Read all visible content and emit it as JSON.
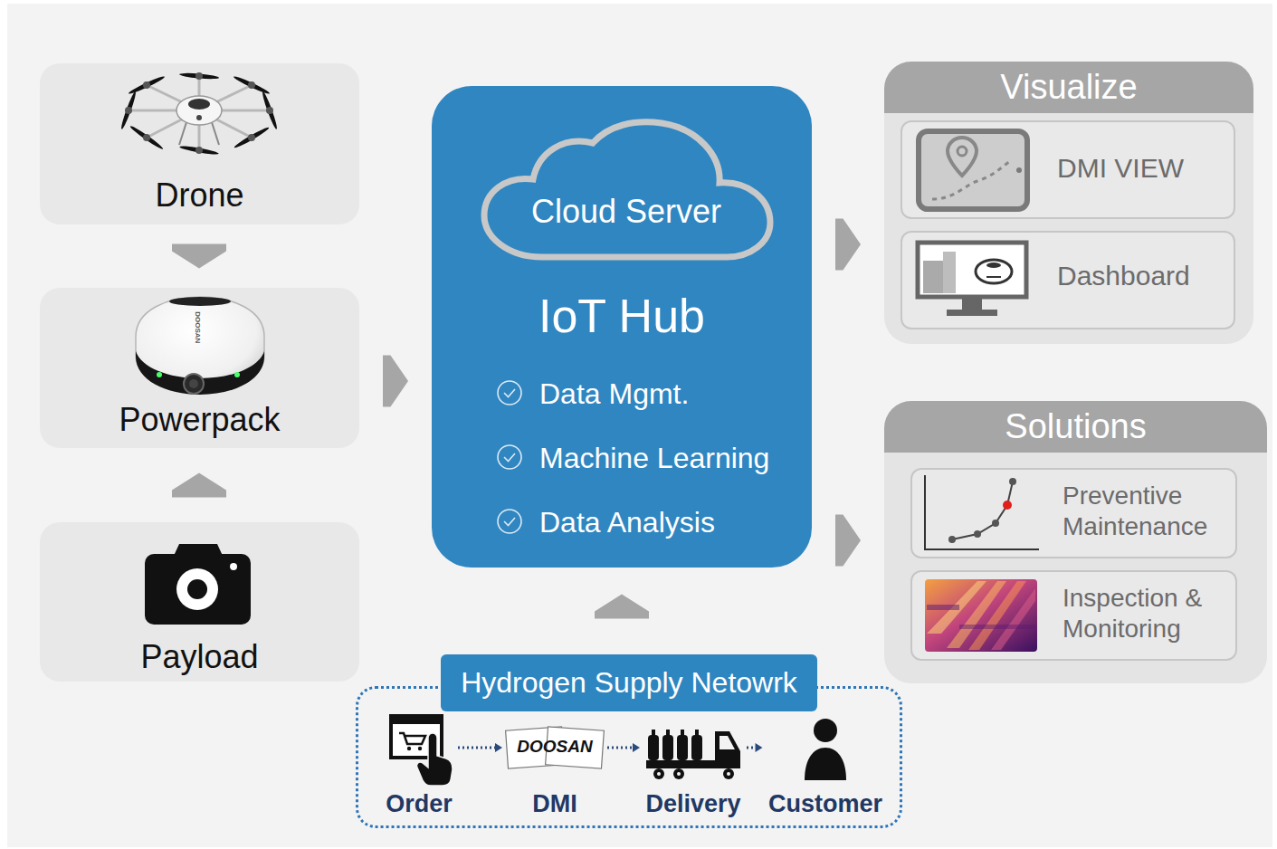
{
  "diagram": {
    "nodes": [
      {
        "text": [
          "Drone"
        ]
      },
      {
        "text": [
          "Powerpack"
        ]
      },
      {
        "text": [
          "Payload"
        ]
      },
      {
        "text": [
          "IoT Hub",
          "Data Mgmt.",
          "Machine Learning",
          "Data Analysis"
        ]
      },
      {
        "text": [
          "Cloud Server"
        ],
        "in": 3
      },
      {
        "text": [
          "Visualize"
        ]
      },
      {
        "text": [
          "DMI VIEW"
        ],
        "in": 5
      },
      {
        "text": [
          "Dashboard"
        ],
        "in": 5
      },
      {
        "text": [
          "Solutions"
        ]
      },
      {
        "text": [
          "Preventive Maintenance"
        ],
        "in": 8
      },
      {
        "text": [
          "Inspection & Monitoring"
        ],
        "in": 8
      },
      {
        "text": [
          "Hydrogen Supply Netowrk"
        ]
      },
      {
        "text": [
          "Order"
        ],
        "in": 11
      },
      {
        "text": [
          "DMI"
        ],
        "in": 11
      },
      {
        "text": [
          "Delivery"
        ],
        "in": 11
      },
      {
        "text": [
          "Customer"
        ],
        "in": 11
      }
    ],
    "edges": [
      {
        "from": 0,
        "to": 1,
        "arrow": "to"
      },
      {
        "from": 2,
        "to": 1,
        "arrow": "to"
      },
      {
        "from": 1,
        "to": 3,
        "arrow": "to"
      },
      {
        "from": 3,
        "to": 5,
        "arrow": "to"
      },
      {
        "from": 3,
        "to": 8,
        "arrow": "to"
      },
      {
        "from": 11,
        "to": 3,
        "arrow": "to"
      },
      {
        "from": 12,
        "to": 13,
        "arrow": "to"
      },
      {
        "from": 13,
        "to": 14,
        "arrow": "to"
      },
      {
        "from": 14,
        "to": 15,
        "arrow": "to"
      }
    ],
    "labels": [
      "DOOSAN",
      "DOOSAN"
    ]
  }
}
